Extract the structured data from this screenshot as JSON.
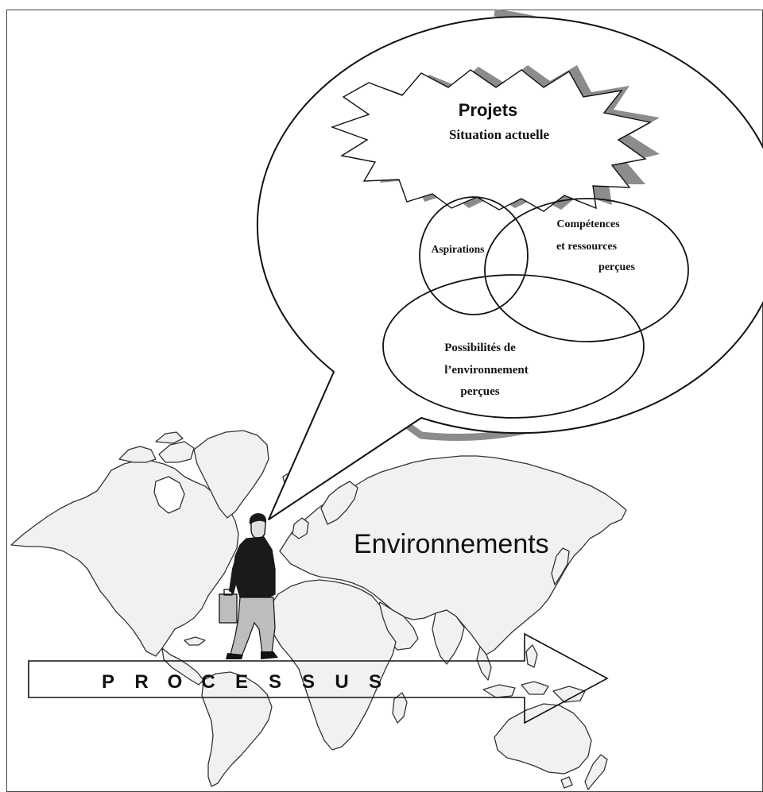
{
  "colors": {
    "line": "#111111",
    "land_fill": "#f1f1f1",
    "land_stroke": "#333333",
    "shadow": "#8c8c8c",
    "jacket": "#1a1a1a",
    "trousers": "#bdbdbd",
    "skin": "#e8e8e8"
  },
  "bubble": {
    "burst_title": "Projets",
    "burst_subtitle": "Situation actuelle",
    "aspirations": "Aspirations",
    "competences": [
      "Compétences",
      "et ressources",
      "perçues"
    ],
    "possibilites": [
      "Possibilités de",
      "l’environnement",
      "perçues"
    ]
  },
  "map": {
    "label": "Environnements"
  },
  "arrow": {
    "letters": [
      "P",
      "R",
      "O",
      "C",
      "E",
      "S",
      "S",
      "U",
      "S"
    ]
  },
  "icons": {
    "person": "walking-person-icon",
    "map": "world-map-icon"
  }
}
